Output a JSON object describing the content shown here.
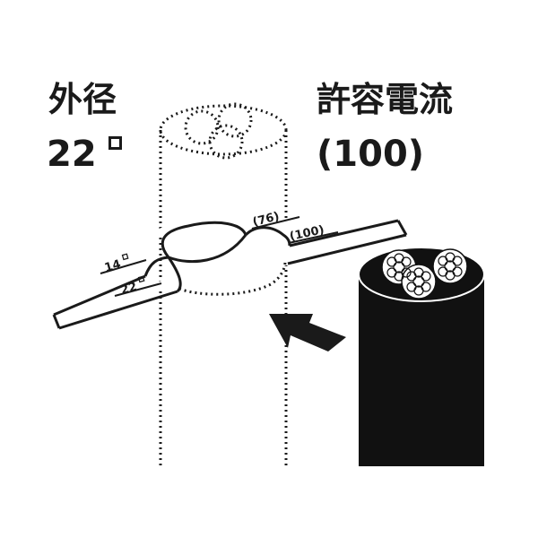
{
  "labels": {
    "outer_diameter_title": "外径",
    "outer_diameter_value": "22",
    "current_title": "許容電流",
    "current_value": "(100)"
  },
  "gauge": {
    "scale_76": "(76)",
    "scale_100": "(100)",
    "scale_14": "14",
    "scale_22": "22"
  },
  "colors": {
    "ink": "#1a1a1a",
    "cable": "#111111",
    "background": "#ffffff"
  }
}
